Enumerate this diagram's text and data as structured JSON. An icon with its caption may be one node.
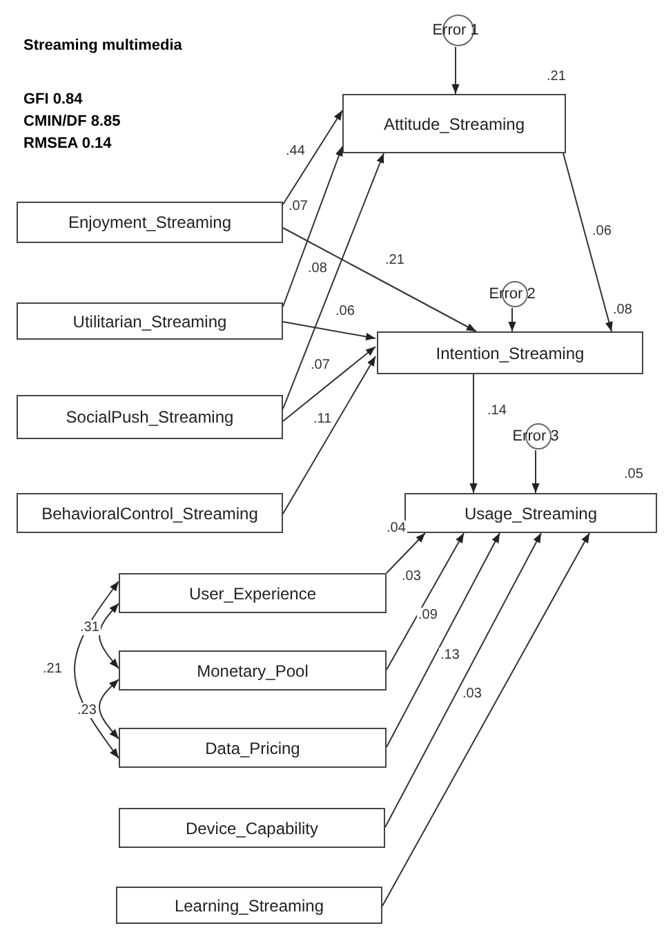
{
  "diagram": {
    "title": "Streaming multimedia",
    "nodes": [
      {
        "text": [
          "Error 1"
        ]
      },
      {
        "text": [
          "Attitude_Streaming"
        ],
        "beside": [
          ".21"
        ]
      },
      {
        "text": [
          "Enjoyment_Streaming"
        ]
      },
      {
        "text": [
          "Error 2"
        ]
      },
      {
        "text": [
          "Utilitarian_Streaming"
        ]
      },
      {
        "text": [
          "Intention_Streaming"
        ],
        "beside": [
          ".08"
        ]
      },
      {
        "text": [
          "SocialPush_Streaming"
        ]
      },
      {
        "text": [
          "Error 3"
        ]
      },
      {
        "text": [
          "BehavioralControl_Streaming"
        ]
      },
      {
        "text": [
          "Usage_Streaming"
        ],
        "beside": [
          ".05"
        ]
      },
      {
        "text": [
          "User_Experience"
        ]
      },
      {
        "text": [
          "Monetary_Pool"
        ]
      },
      {
        "text": [
          "Data_Pricing"
        ]
      },
      {
        "text": [
          "Device_Capability"
        ]
      },
      {
        "text": [
          "Learning_Streaming"
        ]
      }
    ],
    "edges": [
      {
        "from": 0,
        "to": 1,
        "arrow": "to"
      },
      {
        "from": 2,
        "to": 1,
        "arrow": "to",
        "label": ".44"
      },
      {
        "from": 4,
        "to": 1,
        "arrow": "to",
        "label": ".07"
      },
      {
        "from": 6,
        "to": 1,
        "arrow": "to",
        "label": ".08"
      },
      {
        "from": 2,
        "to": 5,
        "arrow": "to",
        "label": ".21"
      },
      {
        "from": 4,
        "to": 5,
        "arrow": "to",
        "label": ".06"
      },
      {
        "from": 6,
        "to": 5,
        "arrow": "to",
        "label": ".07"
      },
      {
        "from": 8,
        "to": 5,
        "arrow": "to",
        "label": ".11"
      },
      {
        "from": 1,
        "to": 5,
        "arrow": "to",
        "label": ".06"
      },
      {
        "from": 3,
        "to": 5,
        "arrow": "to"
      },
      {
        "from": 5,
        "to": 9,
        "arrow": "to",
        "label": ".14"
      },
      {
        "from": 7,
        "to": 9,
        "arrow": "to"
      },
      {
        "from": 10,
        "to": 9,
        "arrow": "to",
        "label": ".04"
      },
      {
        "from": 11,
        "to": 9,
        "arrow": "to",
        "label": ".03"
      },
      {
        "from": 12,
        "to": 9,
        "arrow": "to",
        "label": ".09"
      },
      {
        "from": 13,
        "to": 9,
        "arrow": "to",
        "label": ".13"
      },
      {
        "from": 14,
        "to": 9,
        "arrow": "to",
        "label": ".03"
      },
      {
        "from": 10,
        "to": 11,
        "arrow": "both",
        "label": ".31"
      },
      {
        "from": 11,
        "to": 12,
        "arrow": "both",
        "label": ".23"
      },
      {
        "from": 10,
        "to": 12,
        "arrow": "both",
        "label": ".21"
      }
    ],
    "labels": [
      "GFI 0.84",
      "CMIN/DF 8.85",
      "RMSEA 0.14"
    ]
  }
}
